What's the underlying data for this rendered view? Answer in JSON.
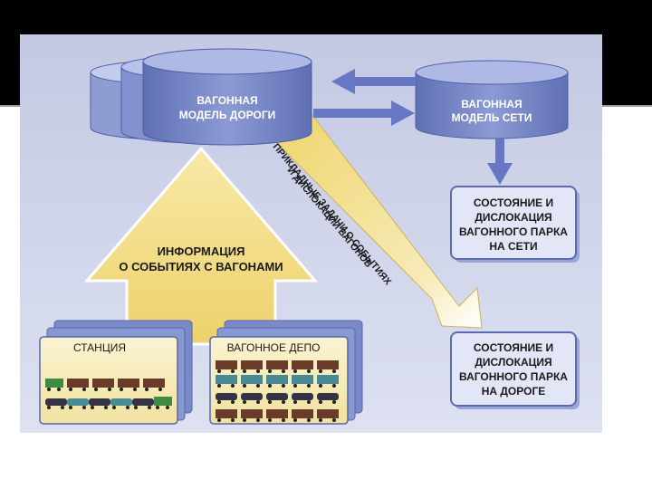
{
  "cylinders": {
    "road": {
      "line1": "ВАГОННАЯ",
      "line2": "МОДЕЛЬ ДОРОГИ"
    },
    "network": {
      "line1": "ВАГОННАЯ",
      "line2": "МОДЕЛЬ СЕТИ"
    }
  },
  "boxes": {
    "network_state": {
      "line1": "СОСТОЯНИЕ И",
      "line2": "ДИСЛОКАЦИЯ",
      "line3": "ВАГОННОГО ПАРКА",
      "line4": "НА СЕТИ"
    },
    "road_state": {
      "line1": "СОСТОЯНИЕ И",
      "line2": "ДИСЛОКАЦИЯ",
      "line3": "ВАГОННОГО ПАРКА",
      "line4": "НА ДОРОГЕ"
    }
  },
  "big_arrow": {
    "line1": "ИНФОРМАЦИЯ",
    "line2": "О СОБЫТИЯХ С ВАГОНАМИ"
  },
  "diagonal_arrow": {
    "line1": "ПРИКЛАДНЫЕ ЗАДАЧИ О СОБЫТИЯХ",
    "line2": "И ДИСЛОКАЦИИ ВАГОНОВ"
  },
  "panels": {
    "station": "СТАНЦИЯ",
    "depot": "ВАГОННОЕ ДЕПО"
  },
  "colors": {
    "background": "#c9cfe6",
    "cylinder_body": "#6f7fbf",
    "cylinder_top": "#aeb9e6",
    "box_fill": "#dfe4f6",
    "box_border": "#5b6ab0",
    "arrow_yellow": "#f2dc7c",
    "arrow_blue": "#6877c4",
    "wagon_brown": "#6b3b2a",
    "wagon_teal": "#4a8a96",
    "locomotive_green": "#3f8a45"
  }
}
